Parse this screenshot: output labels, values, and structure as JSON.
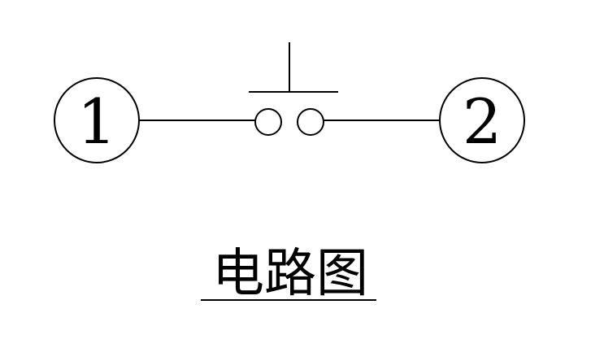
{
  "diagram": {
    "terminal_left": "1",
    "terminal_right": "2",
    "caption": "电路图"
  },
  "colors": {
    "line": "#000000",
    "background": "#ffffff"
  }
}
